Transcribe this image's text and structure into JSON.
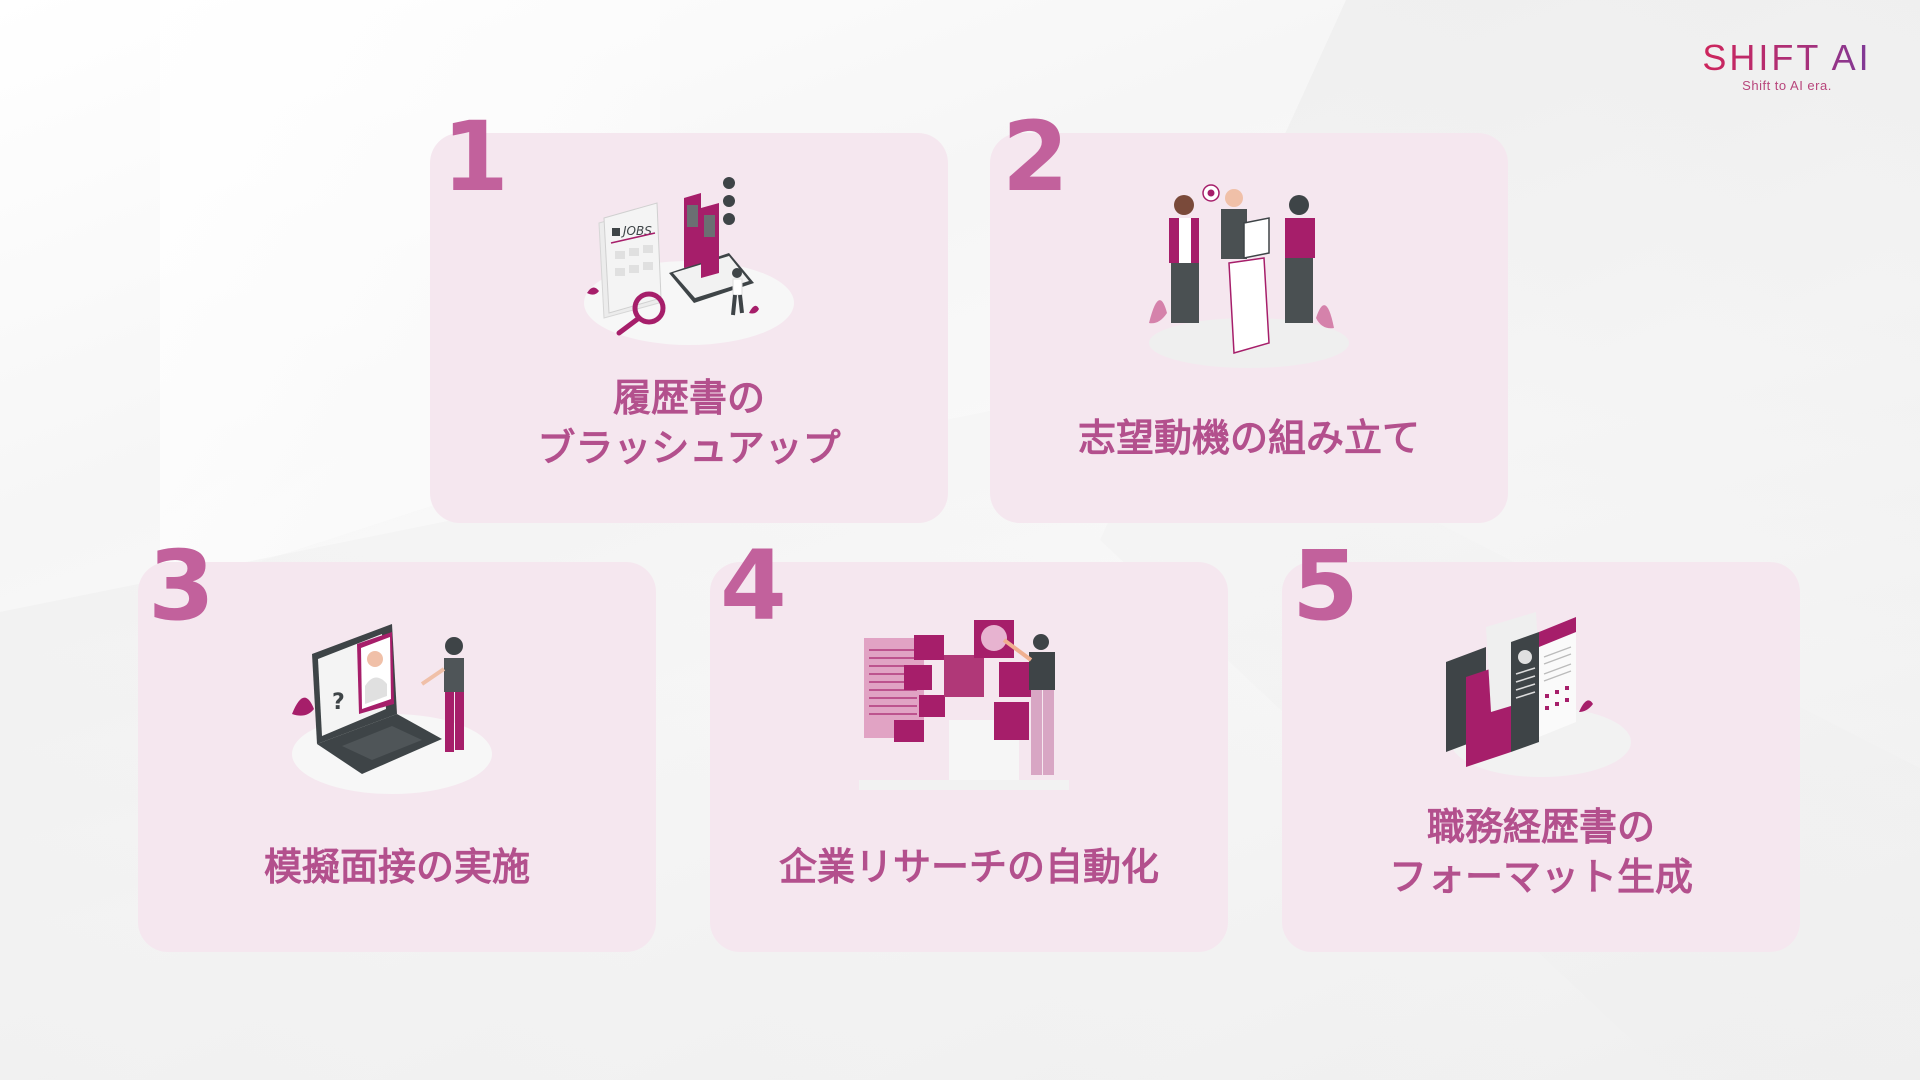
{
  "brand": {
    "name": "SHIFT AI",
    "tagline": "Shift to AI era."
  },
  "colors": {
    "card_bg": "#f5e7ef",
    "number": "#c2619c",
    "title": "#b3508d",
    "illus_magenta": "#a61e6a",
    "illus_dark": "#3e4447"
  },
  "cards": [
    {
      "number": "1",
      "title_line1": "履歴書の",
      "title_line2": "ブラッシュアップ",
      "illustration": "job-search-illustration",
      "jobs_label": "JOBS"
    },
    {
      "number": "2",
      "title_line1": "志望動機の組み立て",
      "title_line2": "",
      "illustration": "puzzle-team-illustration"
    },
    {
      "number": "3",
      "title_line1": "模擬面接の実施",
      "title_line2": "",
      "illustration": "video-interview-illustration"
    },
    {
      "number": "4",
      "title_line1": "企業リサーチの自動化",
      "title_line2": "",
      "illustration": "data-research-illustration"
    },
    {
      "number": "5",
      "title_line1": "職務経歴書の",
      "title_line2": "フォーマット生成",
      "illustration": "resume-documents-illustration"
    }
  ]
}
